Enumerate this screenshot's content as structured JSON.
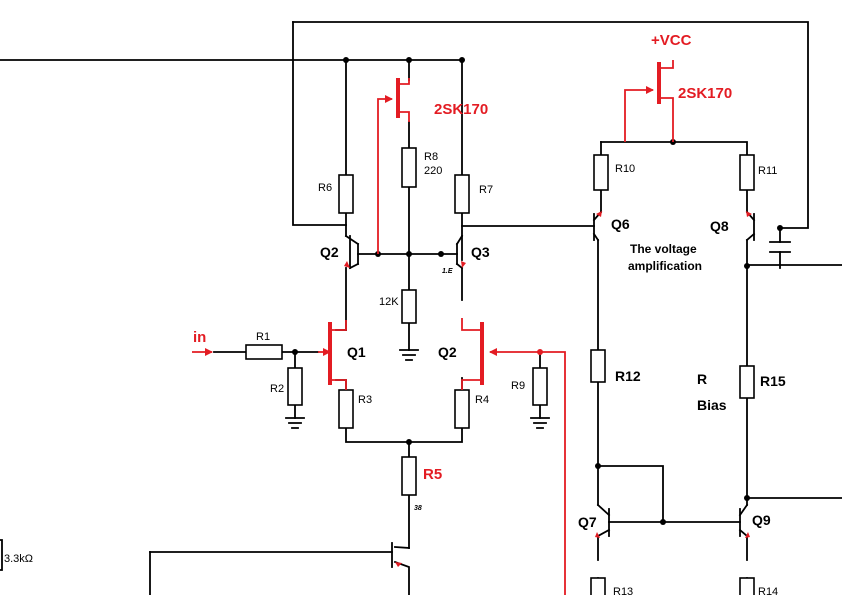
{
  "labels": {
    "vcc": "+VCC",
    "jfet_top_left": "2SK170",
    "jfet_top_right": "2SK170",
    "input": "in",
    "r1": "R1",
    "r2": "R2",
    "r3": "R3",
    "r4": "R4",
    "r5": "R5",
    "r5_value": "38",
    "r6": "R6",
    "r7": "R7",
    "r8": "R8",
    "r8_value": "220",
    "r9": "R9",
    "r10": "R10",
    "r11": "R11",
    "r12": "R12",
    "r13": "R13",
    "r14": "R14",
    "r15": "R15",
    "r_12k": "12K",
    "r_bias_1": "R",
    "r_bias_2": "Bias",
    "q1": "Q1",
    "q2_jfet": "Q2",
    "q2_bjt": "Q2",
    "q3": "Q3",
    "q3_sub": "1.E",
    "q6": "Q6",
    "q7": "Q7",
    "q8": "Q8",
    "q9": "Q9",
    "note_line1": "The voltage",
    "note_line2": "amplification",
    "partial_value": "3.3kΩ"
  },
  "colors": {
    "wire": "#000000",
    "highlight": "#e31c23",
    "background": "#ffffff"
  }
}
